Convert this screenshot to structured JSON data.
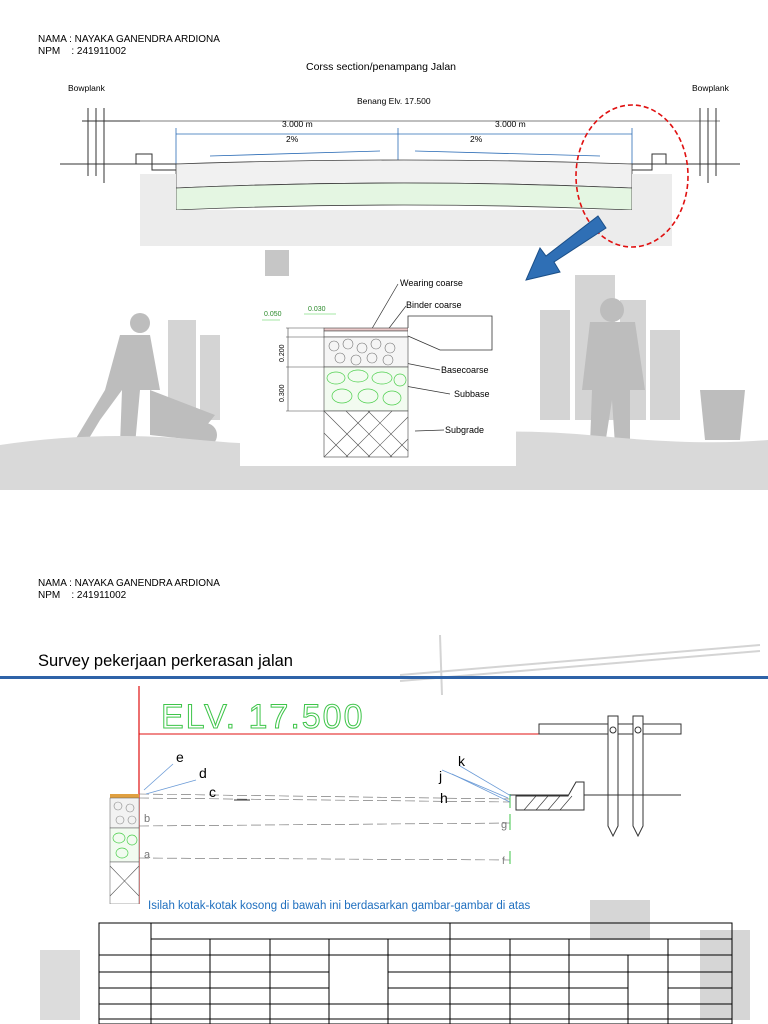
{
  "page1": {
    "header": {
      "name_label": "NAMA : NAYAKA GANENDRA ARDIONA",
      "npm_label": "NPM    : 241911002"
    },
    "title": "Corss  section/penampang  Jalan",
    "benang": "Benang Elv. 17.500",
    "bowplank_left": "Bowplank",
    "bowplank_right": "Bowplank",
    "dim_left": "3.000 m",
    "dim_right": "3.000 m",
    "slope_left": "2%",
    "slope_right": "2%",
    "detail": {
      "wearing": "Wearing  coarse",
      "binder": "Binder  coarse",
      "base": "Basecoarse",
      "subbase": "Subbase",
      "subgrade": "Subgrade",
      "d1": "0.050",
      "d2": "0.030",
      "d3": "0.200",
      "d4": "0.300"
    },
    "colors": {
      "red": "#e01010",
      "arrow": "#2f6fb5",
      "green": "#4ccf4c"
    }
  },
  "page2": {
    "header": {
      "name_label": "NAMA : NAYAKA GANENDRA ARDIONA",
      "npm_label": "NPM    : 241911002"
    },
    "section_title": "Survey pekerjaan perkerasan jalan",
    "elv_label": "ELV.  17.500",
    "points": {
      "e": "e",
      "d": "d",
      "c": "c",
      "b": "b",
      "a": "a",
      "k": "k",
      "j": "j",
      "h": "h",
      "g": "g",
      "f": "f"
    },
    "instruction": "Isilah kotak-kotak kosong di bawah ini berdasarkan gambar-gambar di atas",
    "colors": {
      "title_blue": "#1f6fbf",
      "rule_blue": "#2e63a8",
      "elv_green": "#3fc54a"
    }
  }
}
